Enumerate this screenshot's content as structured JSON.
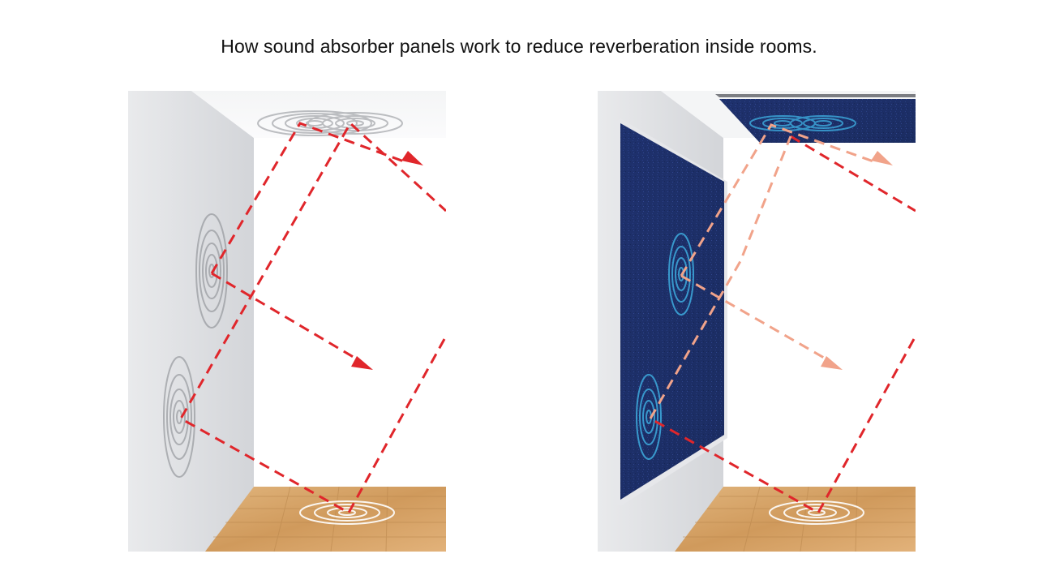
{
  "slide": {
    "title": "How sound absorber panels work to reduce reverberation inside rooms."
  },
  "colors": {
    "wall_light": "#f1f2f3",
    "wall_shadow": "#d5d7da",
    "floor_wood": "#d6a66c",
    "panel_navy": "#1d2f66",
    "panel_frame": "#e6e7ea",
    "ray_red": "#e0262b",
    "ray_faded": "#f1a38a",
    "ripple_gray": "#8a8d92",
    "ripple_blue": "#3fb3e6"
  },
  "scenes": [
    {
      "id": "untreated-room",
      "has_absorber_panels": false,
      "reflection_ray_style": "strong-red-dashed"
    },
    {
      "id": "treated-room",
      "has_absorber_panels": true,
      "reflection_ray_style": "faded-after-panel"
    }
  ],
  "icons": [
    "sound-ripple-icon",
    "arrowhead-icon"
  ]
}
